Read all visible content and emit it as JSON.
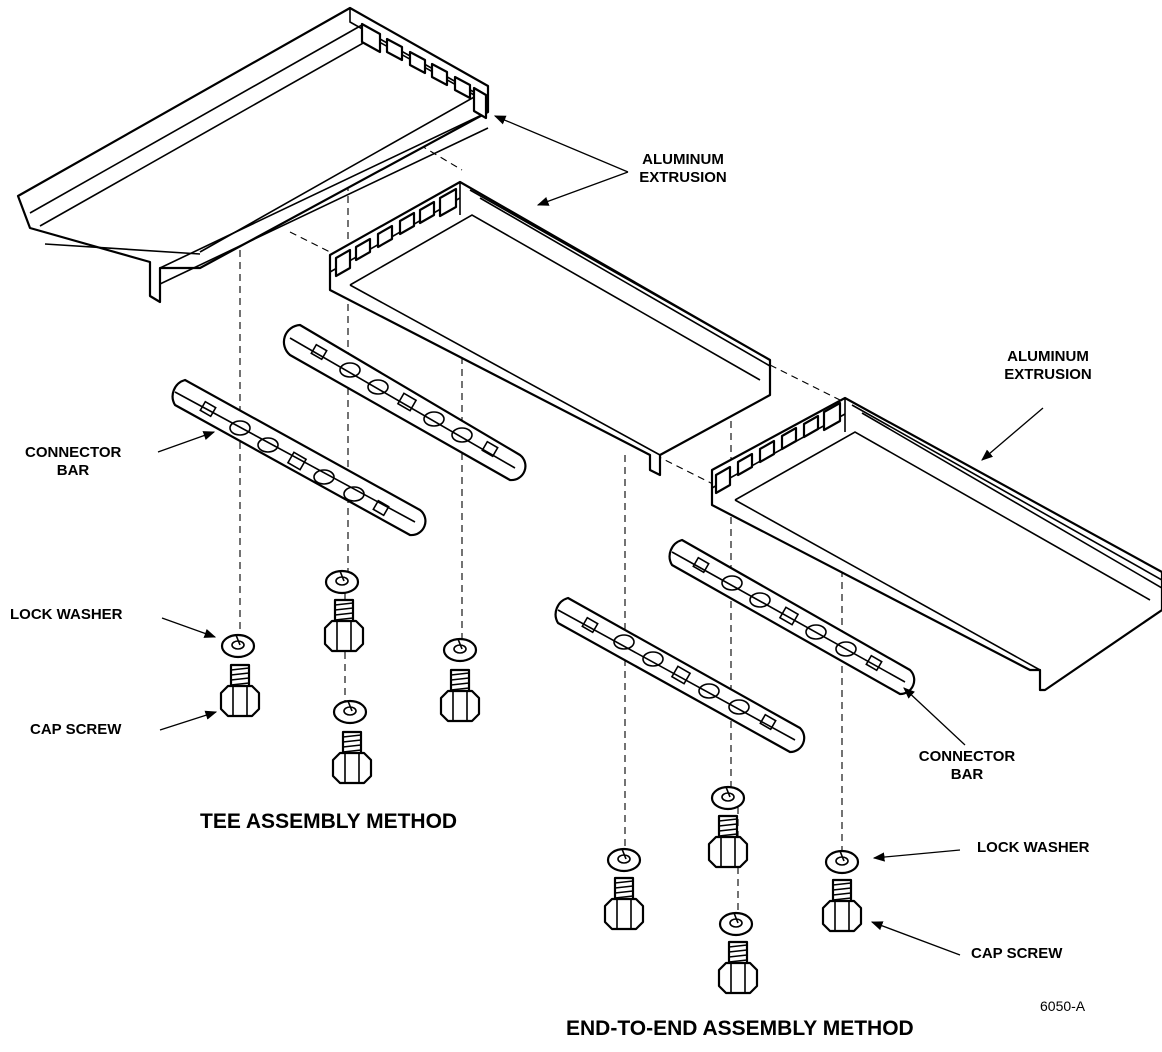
{
  "labels": {
    "aluminum_extrusion_top": [
      "ALUMINUM",
      "EXTRUSION"
    ],
    "aluminum_extrusion_right": [
      "ALUMINUM",
      "EXTRUSION"
    ],
    "connector_bar_left": [
      "CONNECTOR",
      "BAR"
    ],
    "connector_bar_right": [
      "CONNECTOR",
      "BAR"
    ],
    "lock_washer_left": "LOCK WASHER",
    "lock_washer_right": "LOCK WASHER",
    "cap_screw_left": "CAP SCREW",
    "cap_screw_right": "CAP SCREW"
  },
  "titles": {
    "tee": "TEE ASSEMBLY METHOD",
    "end_to_end": "END-TO-END ASSEMBLY METHOD"
  },
  "figure_number": "6050-A"
}
